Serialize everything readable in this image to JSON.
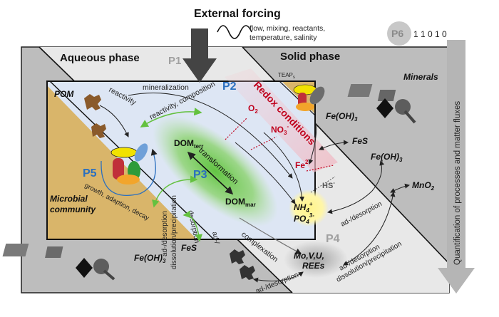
{
  "forcing": {
    "title": "External forcing",
    "details": [
      "flow, mixing, reactants,",
      "temperature, salinity"
    ]
  },
  "phases": {
    "aqueous": "Aqueous phase",
    "solid": "Solid phase"
  },
  "processes": {
    "p1": "P1",
    "p2": "P2",
    "p3": "P3",
    "p4": "P4",
    "p5": "P5",
    "p6": "P6",
    "p6_bits": "1 1 0 1 0"
  },
  "right_axis": "Quantification of processes and matter fluxes",
  "labels": {
    "pom": "POM",
    "reactivity": "reactivity",
    "mineralization": "mineralization",
    "reactivity_composition": "reactivity, composition",
    "dom_terr": "DOM",
    "dom_terr_sub": "terr",
    "dom_mar": "DOM",
    "dom_mar_sub": "mar",
    "transformation": "transformation",
    "growth": "growth, adaption, decay",
    "microbial": [
      "Microbial",
      "community"
    ],
    "ad_desorption_dissolution": [
      "ad-/desorption",
      "dissolution/precipitation"
    ],
    "ad_desorption_short": [
      "desorption",
      "ad-/"
    ],
    "feoh3": "Fe(OH)",
    "feoh3_sub": "3",
    "fes": "FeS",
    "complexation": "complexation",
    "ad_desorption_bottom": "ad-/desorption",
    "teaps": "TEAP",
    "teaps_sub": "s",
    "redox": "Redox conditions",
    "o2": "O",
    "o2_sub": "2",
    "no3": "NO",
    "no3_sub": "3",
    "no3_sup": "-",
    "fe2": "Fe",
    "fe2_sup": "2+",
    "hs": "HS",
    "hs_sup": "-",
    "nh4": "NH",
    "nh4_sub": "4",
    "nh4_sup": "+",
    "po4": "PO",
    "po4_sub": "4",
    "po4_sup": "3-",
    "metals": [
      "Mo,V,U,",
      "REEs"
    ],
    "minerals": "Minerals",
    "feoh3_right1": "Fe(OH)",
    "feoh3_right2": "Fe(OH)",
    "fes_right": "FeS",
    "mno2": "MnO",
    "mno2_sub": "2",
    "ad_desorption_mid": "ad-/desorption",
    "ad_desorption_right": [
      "ad-/desorption",
      "dissolution/precipitation"
    ]
  },
  "colors": {
    "outer_gray": "#b9b9b9",
    "light_gray": "#e6e6e6",
    "tan": "#d9b56a",
    "blue": "#dde6f4",
    "green": "#64c13f",
    "redox_red": "#c0001c",
    "process_blue": "#2a6fbf",
    "pom_brown": "#8a5a2b"
  }
}
